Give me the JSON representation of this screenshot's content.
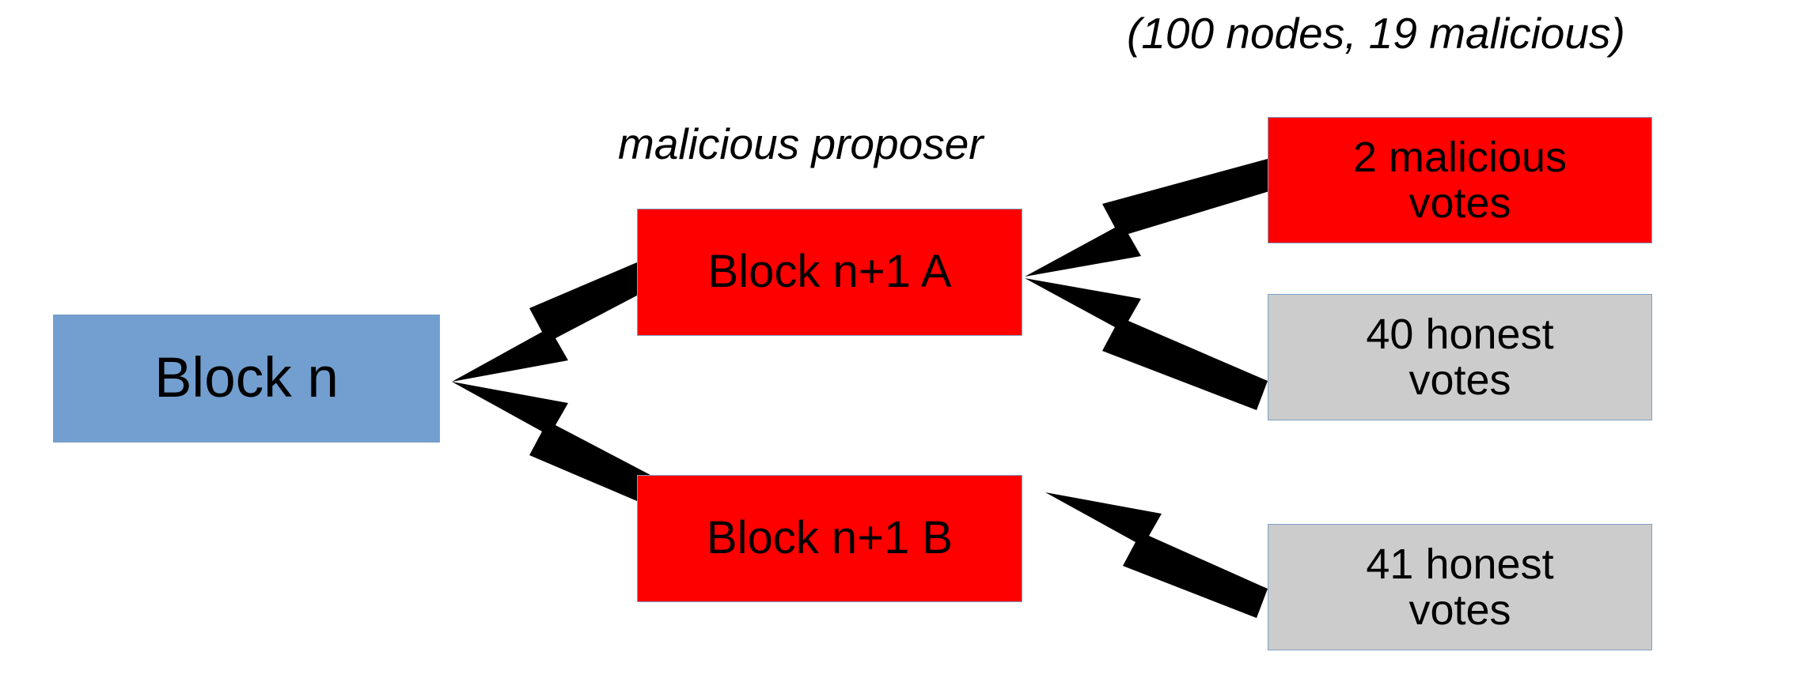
{
  "diagram": {
    "title_note": "(100 nodes, 19 malicious)",
    "proposer_note": "malicious proposer",
    "colors": {
      "parent_block": "#729fcf",
      "malicious_block": "#ff0000",
      "malicious_votes": "#ff0000",
      "honest_votes": "#cccccc",
      "box_border": "#7f9fc4",
      "arrow": "#000000",
      "background": "#ffffff",
      "text": "#000000"
    },
    "nodes": [
      {
        "id": "block-n",
        "label": "Block n",
        "kind": "parent-block"
      },
      {
        "id": "block-a",
        "label": "Block n+1 A",
        "kind": "malicious-block"
      },
      {
        "id": "block-b",
        "label": "Block n+1 B",
        "kind": "malicious-block"
      },
      {
        "id": "votes-malicious",
        "label": "2 malicious\nvotes",
        "kind": "malicious-votes"
      },
      {
        "id": "votes-honest-a",
        "label": "40 honest\nvotes",
        "kind": "honest-votes"
      },
      {
        "id": "votes-honest-b",
        "label": "41 honest\nvotes",
        "kind": "honest-votes"
      }
    ],
    "edges": [
      {
        "id": "edge-a-to-n",
        "from": "block-a",
        "to": "block-n"
      },
      {
        "id": "edge-b-to-n",
        "from": "block-b",
        "to": "block-n"
      },
      {
        "id": "edge-mal-to-a",
        "from": "votes-malicious",
        "to": "block-a"
      },
      {
        "id": "edge-h40-to-a",
        "from": "votes-honest-a",
        "to": "block-a"
      },
      {
        "id": "edge-h41-to-b",
        "from": "votes-honest-b",
        "to": "block-b"
      }
    ],
    "counts": {
      "total_nodes": 100,
      "malicious_nodes": 19,
      "malicious_votes_a": 2,
      "honest_votes_a": 40,
      "honest_votes_b": 41
    }
  }
}
